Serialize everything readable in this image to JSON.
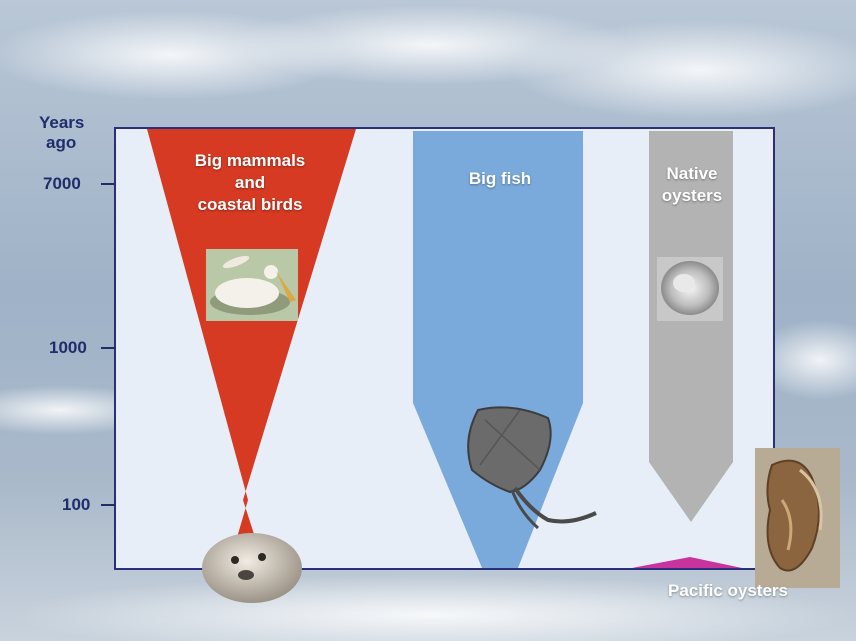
{
  "axis": {
    "title_line1": "Years",
    "title_line2": "ago",
    "ticks": [
      "7000",
      "1000",
      "100"
    ]
  },
  "groups": [
    {
      "label_lines": [
        "Big mammals",
        "and",
        "coastal birds"
      ],
      "color": "#d63a22"
    },
    {
      "label_lines": [
        "Big fish"
      ],
      "color": "#7aa9dc"
    },
    {
      "label_lines": [
        "Native",
        "oysters"
      ],
      "color": "#b3b3b3"
    },
    {
      "label_lines": [
        "Pacific oysters"
      ],
      "color": "#c8339e"
    }
  ],
  "images": [
    "pelican-photo",
    "seal-photo",
    "ray-fish-photo",
    "native-oyster-photo",
    "pacific-oyster-photo"
  ],
  "colors": {
    "panel": "#e7eef8",
    "panel_border": "#2b2f7a",
    "axis_text": "#1f2d6b"
  }
}
